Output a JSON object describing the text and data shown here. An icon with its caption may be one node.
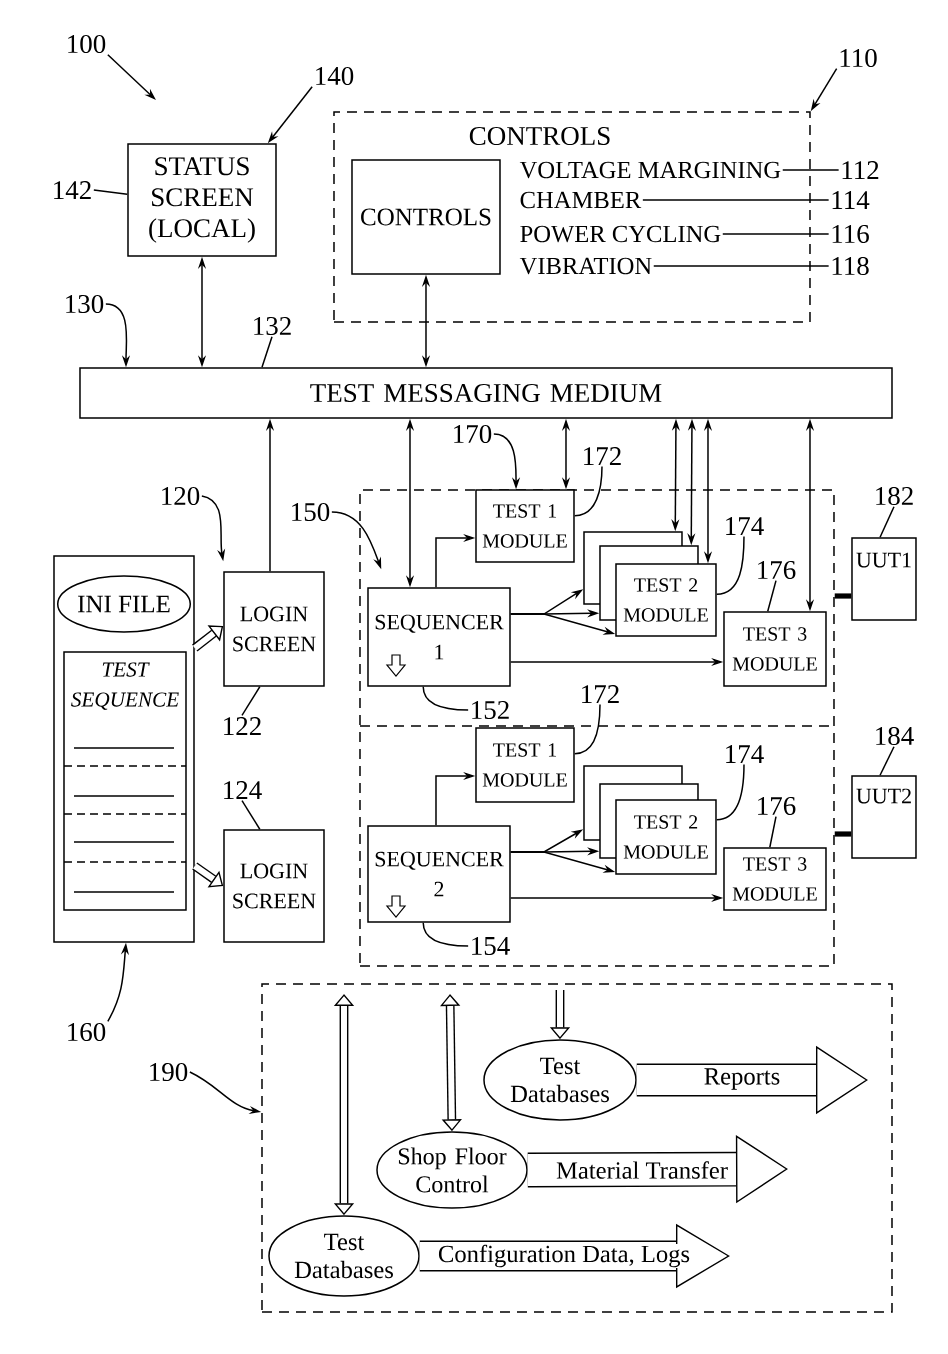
{
  "diagram": {
    "nodes": [
      {
        "text": [
          "100"
        ]
      },
      {
        "text": [
          "140"
        ]
      },
      {
        "text": [
          "110"
        ]
      },
      {
        "text": [
          "STATUS SCREEN (LOCAL)"
        ]
      },
      {
        "text": [
          "142"
        ]
      },
      {
        "text": [
          "CONTROLS"
        ]
      },
      {
        "text": [
          "CONTROLS"
        ],
        "in": 5
      },
      {
        "text": [
          "VOLTAGE MARGINING"
        ],
        "in": 5
      },
      {
        "text": [
          "112"
        ]
      },
      {
        "text": [
          "CHAMBER"
        ],
        "in": 5
      },
      {
        "text": [
          "114"
        ]
      },
      {
        "text": [
          "POWER CYCLING"
        ],
        "in": 5
      },
      {
        "text": [
          "116"
        ]
      },
      {
        "text": [
          "VIBRATION"
        ],
        "in": 5
      },
      {
        "text": [
          "118"
        ]
      },
      {
        "text": [
          "130"
        ]
      },
      {
        "text": [
          "132"
        ]
      },
      {
        "text": [
          "TEST MESSAGING MEDIUM"
        ]
      },
      {
        "text": [
          "120"
        ]
      },
      {
        "text": [
          "150"
        ]
      },
      {
        "text": [
          "170"
        ]
      },
      {
        "text": [
          "172"
        ]
      },
      {
        "text": [
          "182"
        ]
      },
      {
        "text": [],
        "shape": "box"
      },
      {
        "text": [
          "INI FILE"
        ],
        "in": 23
      },
      {
        "text": [
          "TEST SEQUENCE"
        ],
        "in": 23
      },
      {
        "text": [
          "LOGIN SCREEN"
        ]
      },
      {
        "text": [
          "122"
        ]
      },
      {
        "text": [],
        "shape": "box"
      },
      {
        "text": [
          "TEST 1 MODULE"
        ],
        "in": 28
      },
      {
        "text": [
          "SEQUENCER 1"
        ],
        "in": 28
      },
      {
        "text": [
          "TEST 2 MODULE"
        ],
        "in": 28
      },
      {
        "text": [
          "174"
        ],
        "in": 28
      },
      {
        "text": [
          "176"
        ],
        "in": 28
      },
      {
        "text": [
          "TEST 3 MODULE"
        ],
        "in": 28
      },
      {
        "text": [
          "UUT1"
        ]
      },
      {
        "text": [
          "152"
        ],
        "in": 28
      },
      {
        "text": [
          "124"
        ]
      },
      {
        "text": [
          "172"
        ],
        "in": 28
      },
      {
        "text": [
          "184"
        ]
      },
      {
        "text": [
          "LOGIN SCREEN"
        ]
      },
      {
        "text": [
          "TEST 1 MODULE"
        ],
        "in": 28
      },
      {
        "text": [
          "174"
        ],
        "in": 28
      },
      {
        "text": [
          "176"
        ],
        "in": 28
      },
      {
        "text": [
          "TEST 2 MODULE"
        ],
        "in": 28
      },
      {
        "text": [
          "SEQUENCER 2"
        ],
        "in": 28
      },
      {
        "text": [
          "TEST 3 MODULE"
        ],
        "in": 28
      },
      {
        "text": [
          "UUT2"
        ]
      },
      {
        "text": [
          "154"
        ],
        "in": 28
      },
      {
        "text": [
          "160"
        ]
      },
      {
        "text": [
          "190"
        ]
      },
      {
        "text": [],
        "shape": "box"
      },
      {
        "text": [
          "Test Databases"
        ],
        "in": 51
      },
      {
        "text": [
          "Shop Floor Control"
        ],
        "in": 51
      },
      {
        "text": [
          "Test Databases"
        ],
        "in": 51
      }
    ],
    "edges": [
      {
        "from": 0,
        "to": null,
        "arrow": "to"
      },
      {
        "from": 1,
        "to": 3,
        "arrow": "to"
      },
      {
        "from": 2,
        "to": 5,
        "arrow": "to"
      },
      {
        "from": 4,
        "to": 3,
        "arrow": "none"
      },
      {
        "from": 8,
        "to": 7,
        "arrow": "none"
      },
      {
        "from": 10,
        "to": 9,
        "arrow": "none"
      },
      {
        "from": 12,
        "to": 11,
        "arrow": "none"
      },
      {
        "from": 14,
        "to": 13,
        "arrow": "none"
      },
      {
        "from": 15,
        "to": 17,
        "arrow": "to"
      },
      {
        "from": 16,
        "to": 17,
        "arrow": "none"
      },
      {
        "from": 3,
        "to": 17,
        "arrow": "both"
      },
      {
        "from": 6,
        "to": 17,
        "arrow": "both"
      },
      {
        "from": 18,
        "to": 26,
        "arrow": "to"
      },
      {
        "from": 19,
        "to": 28,
        "arrow": "to"
      },
      {
        "from": 20,
        "to": 29,
        "arrow": "to"
      },
      {
        "from": 21,
        "to": 29,
        "arrow": "none"
      },
      {
        "from": 22,
        "to": 35,
        "arrow": "none"
      },
      {
        "from": 26,
        "to": 17,
        "arrow": "to"
      },
      {
        "from": 30,
        "to": 17,
        "arrow": "both"
      },
      {
        "from": 29,
        "to": 17,
        "arrow": "both"
      },
      {
        "from": 31,
        "to": 17,
        "arrow": "both"
      },
      {
        "from": 31,
        "to": 17,
        "arrow": "both"
      },
      {
        "from": 31,
        "to": 17,
        "arrow": "both"
      },
      {
        "from": 34,
        "to": 17,
        "arrow": "both"
      },
      {
        "from": 23,
        "to": 26,
        "arrow": "to",
        "style": "thick"
      },
      {
        "from": 23,
        "to": 40,
        "arrow": "to",
        "style": "thick"
      },
      {
        "from": 27,
        "to": 26,
        "arrow": "none"
      },
      {
        "from": 30,
        "to": 29,
        "arrow": "to"
      },
      {
        "from": 30,
        "to": 31,
        "arrow": "to"
      },
      {
        "from": 30,
        "to": 31,
        "arrow": "to"
      },
      {
        "from": 30,
        "to": 31,
        "arrow": "to"
      },
      {
        "from": 30,
        "to": 34,
        "arrow": "to"
      },
      {
        "from": 32,
        "to": 31,
        "arrow": "none"
      },
      {
        "from": 33,
        "to": 34,
        "arrow": "none"
      },
      {
        "from": 28,
        "to": 35,
        "arrow": "none",
        "style": "thick"
      },
      {
        "from": 36,
        "to": 30,
        "arrow": "none"
      },
      {
        "from": 37,
        "to": 40,
        "arrow": "none"
      },
      {
        "from": 38,
        "to": 41,
        "arrow": "none"
      },
      {
        "from": 39,
        "to": 47,
        "arrow": "none"
      },
      {
        "from": 42,
        "to": 44,
        "arrow": "none"
      },
      {
        "from": 43,
        "to": 46,
        "arrow": "none"
      },
      {
        "from": 45,
        "to": 41,
        "arrow": "to"
      },
      {
        "from": 45,
        "to": 44,
        "arrow": "to"
      },
      {
        "from": 45,
        "to": 44,
        "arrow": "to"
      },
      {
        "from": 45,
        "to": 44,
        "arrow": "to"
      },
      {
        "from": 45,
        "to": 46,
        "arrow": "to"
      },
      {
        "from": 28,
        "to": 47,
        "arrow": "none",
        "style": "thick"
      },
      {
        "from": 48,
        "to": 45,
        "arrow": "none"
      },
      {
        "from": 49,
        "to": 23,
        "arrow": "to"
      },
      {
        "from": 50,
        "to": 51,
        "arrow": "to"
      },
      {
        "from": null,
        "to": 52,
        "arrow": "to",
        "style": "thick"
      },
      {
        "from": null,
        "to": 53,
        "arrow": "both",
        "style": "thick"
      },
      {
        "from": null,
        "to": 54,
        "arrow": "both",
        "style": "thick"
      },
      {
        "from": 52,
        "to": null,
        "arrow": "to",
        "style": "thick",
        "label": "Reports"
      },
      {
        "from": 53,
        "to": null,
        "arrow": "to",
        "style": "thick",
        "label": "Material Transfer"
      },
      {
        "from": 54,
        "to": null,
        "arrow": "to",
        "style": "thick",
        "label": "Configuration Data, Logs"
      }
    ]
  }
}
